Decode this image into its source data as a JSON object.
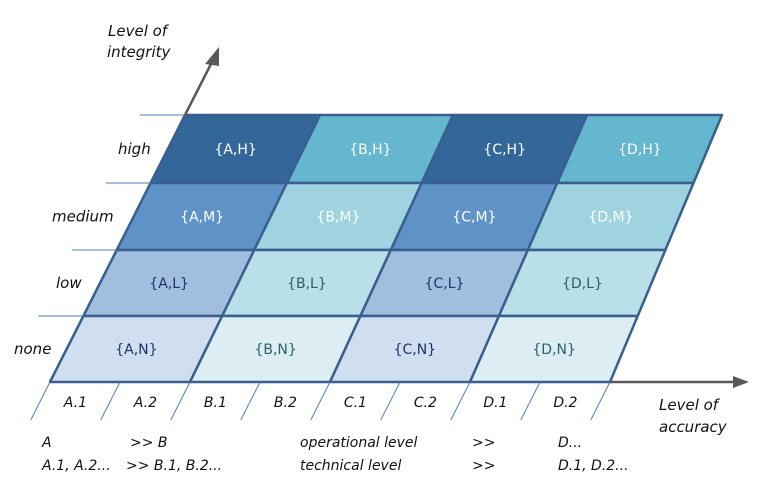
{
  "axes": {
    "vertical_label": [
      "Level of",
      "integrity"
    ],
    "horizontal_label": [
      "Level of",
      "accuracy"
    ]
  },
  "integrity_levels": [
    {
      "key": "H",
      "label": "high"
    },
    {
      "key": "M",
      "label": "medium"
    },
    {
      "key": "L",
      "label": "low"
    },
    {
      "key": "N",
      "label": "none"
    }
  ],
  "accuracy_levels": [
    {
      "key": "A",
      "sub": [
        "A.1",
        "A.2"
      ]
    },
    {
      "key": "B",
      "sub": [
        "B.1",
        "B.2"
      ]
    },
    {
      "key": "C",
      "sub": [
        "C.1",
        "C.2"
      ]
    },
    {
      "key": "D",
      "sub": [
        "D.1",
        "D.2"
      ]
    }
  ],
  "cells": [
    [
      {
        "label": "{A,H}",
        "fill": "#336699",
        "text": "#ffffff"
      },
      {
        "label": "{B,H}",
        "fill": "#65b6cf",
        "text": "#ffffff"
      },
      {
        "label": "{C,H}",
        "fill": "#336699",
        "text": "#ffffff"
      },
      {
        "label": "{D,H}",
        "fill": "#65b6cf",
        "text": "#ffffff"
      }
    ],
    [
      {
        "label": "{A,M}",
        "fill": "#5f93c8",
        "text": "#ffffff"
      },
      {
        "label": "{B,M}",
        "fill": "#9fd3e0",
        "text": "#ffffff"
      },
      {
        "label": "{C,M}",
        "fill": "#5f93c8",
        "text": "#ffffff"
      },
      {
        "label": "{D,M}",
        "fill": "#9fd3e0",
        "text": "#ffffff"
      }
    ],
    [
      {
        "label": "{A,L}",
        "fill": "#a0bfdf",
        "text": "#1a3366"
      },
      {
        "label": "{B,L}",
        "fill": "#b9e0e8",
        "text": "#2a6066"
      },
      {
        "label": "{C,L}",
        "fill": "#a0bfdf",
        "text": "#1a3366"
      },
      {
        "label": "{D,L}",
        "fill": "#b9e0e8",
        "text": "#2a6066"
      }
    ],
    [
      {
        "label": "{A,N}",
        "fill": "#d0dff0",
        "text": "#1a3366"
      },
      {
        "label": "{B,N}",
        "fill": "#dceef4",
        "text": "#2a6066"
      },
      {
        "label": "{C,N}",
        "fill": "#d0dff0",
        "text": "#1a3366"
      },
      {
        "label": "{D,N}",
        "fill": "#dceef4",
        "text": "#2a6066"
      }
    ]
  ],
  "legend_rows": [
    [
      "A",
      ">> B",
      "operational level",
      ">>",
      "D..."
    ],
    [
      "A.1, A.2...",
      ">> B.1, B.2...",
      "technical level",
      ">>",
      "D.1, D.2..."
    ]
  ],
  "colors": {
    "grid_line": "#3a5f8f",
    "axis_arrow": "#595959",
    "tick_line": "#4f81bd"
  }
}
